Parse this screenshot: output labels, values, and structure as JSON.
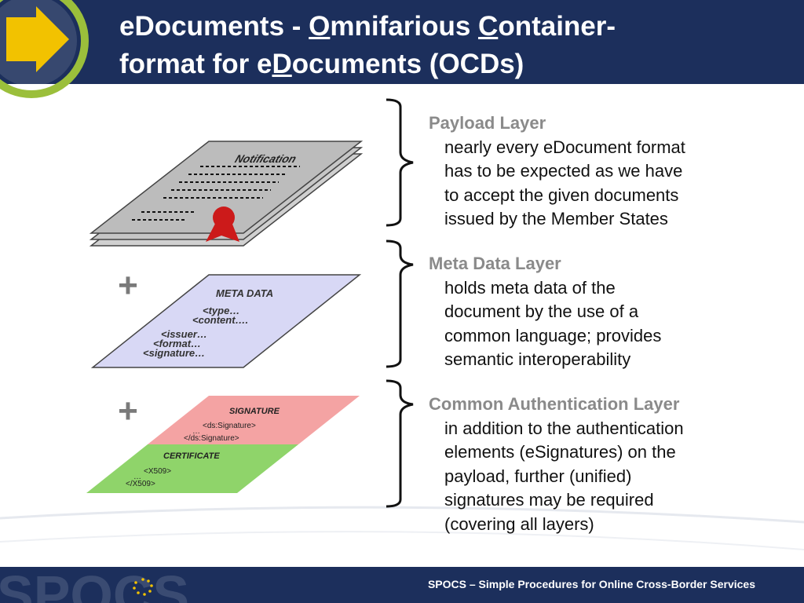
{
  "title": {
    "part1": "eDocuments - ",
    "u1": "O",
    "part2": "mnifarious ",
    "u2": "C",
    "part3": "ontainer-",
    "part4": "format for e",
    "u3": "D",
    "part5": "ocuments (OCDs)"
  },
  "illustration": {
    "notification": "Notification",
    "meta_data": "META DATA",
    "meta_lines": [
      "<type…",
      "<content….",
      "<issuer…",
      "<format…",
      "<signature…"
    ],
    "signature": "SIGNATURE",
    "sig_lines": [
      "<ds:Signature>",
      "…",
      "</ds:Signature>"
    ],
    "certificate": "CERTIFICATE",
    "cert_lines": [
      "<X509>",
      "…",
      "</X509>"
    ],
    "plus": "+"
  },
  "layers": [
    {
      "heading": "Payload Layer",
      "lines": [
        "nearly every eDocument format",
        "has to be expected as we have",
        "to accept the given documents",
        "issued by the Member States"
      ]
    },
    {
      "heading": "Meta Data Layer",
      "lines": [
        "holds meta data of the",
        "document by the use of a",
        "common language; provides",
        "semantic interoperability"
      ]
    },
    {
      "heading": "Common Authentication Layer",
      "lines": [
        "in addition to the authentication",
        "elements (eSignatures) on the",
        "payload, further (unified)",
        "signatures may be required",
        "(covering all layers)"
      ]
    }
  ],
  "footer": {
    "text": "SPOCS – Simple Procedures for Online Cross-Border Services",
    "logo": "SPOCS"
  },
  "colors": {
    "navy": "#1c2f5c",
    "accent_green": "#9bbf3b",
    "arrow_yellow": "#f2c200",
    "meta_fill": "#d8d8f5",
    "signature_fill": "#f4a3a3",
    "certificate_fill": "#8fd46a",
    "seal_red": "#cc1a1a"
  }
}
